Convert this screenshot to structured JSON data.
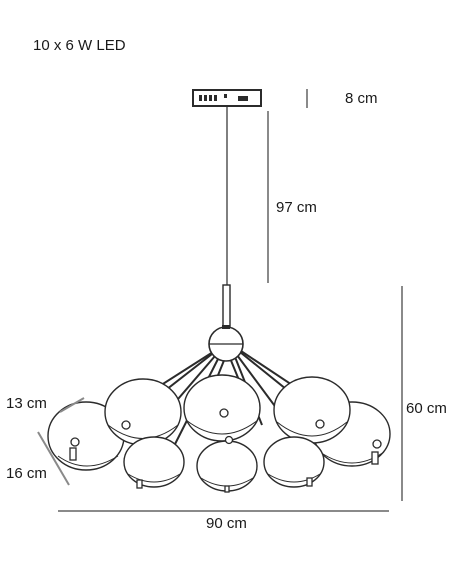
{
  "spec": {
    "power": "10 x 6 W LED"
  },
  "dimensions": {
    "canopy_height": "8 cm",
    "cable_length": "97 cm",
    "fixture_height": "60 cm",
    "fixture_width": "90 cm",
    "globe_small": "13 cm",
    "globe_large": "16 cm"
  },
  "colors": {
    "line": "#2b2b2b",
    "dim": "#8a8a8a",
    "glass": "#ffffff"
  }
}
